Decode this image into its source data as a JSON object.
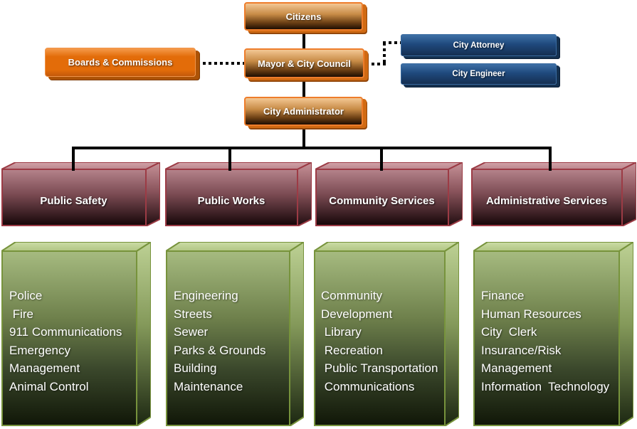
{
  "nodes": {
    "citizens": {
      "label": "Citizens"
    },
    "boards": {
      "label": "Boards & Commissions"
    },
    "mayor_council": {
      "label": "Mayor & City Council"
    },
    "city_attorney": {
      "label": "City Attorney"
    },
    "city_engineer": {
      "label": "City Engineer"
    },
    "city_administrator": {
      "label": "City Administrator"
    }
  },
  "departments": [
    {
      "name": "Public Safety",
      "units": [
        "Police",
        " Fire",
        "911 Communications",
        "Emergency Management",
        "Animal Control"
      ]
    },
    {
      "name": "Public Works",
      "units": [
        "Engineering",
        "Streets",
        "Sewer",
        "Parks & Grounds",
        "Building Maintenance"
      ]
    },
    {
      "name": "Community Services",
      "units": [
        "Community Development",
        " Library",
        " Recreation",
        " Public Transportation",
        " Communications"
      ]
    },
    {
      "name": "Administrative Services",
      "units": [
        "Finance",
        "Human Resources",
        "City  Clerk",
        "Insurance/Risk Management",
        "Information  Technology"
      ]
    }
  ],
  "colors": {
    "accent_orange": "#E36C09",
    "tan_border": "#EE7D2B",
    "blue_box": "#1F497D",
    "maroon_border": "#9C3B45",
    "green_border": "#77933C",
    "connector": "#000000"
  }
}
